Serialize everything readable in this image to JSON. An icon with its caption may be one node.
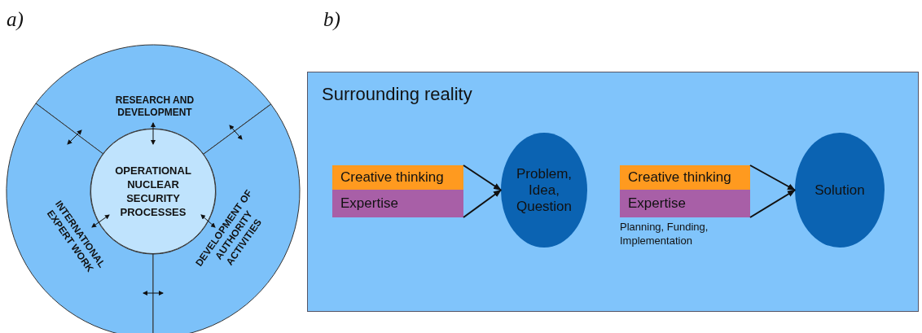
{
  "diagram": {
    "nodes": [
      {
        "text": [
          "RESEARCH AND DEVELOPMENT"
        ]
      },
      {
        "text": [
          "INTERNATIONAL EXPERT WORK"
        ]
      },
      {
        "text": [
          "DEVELOPMENT OF AUTHORITY ACTIVITIES"
        ]
      },
      {
        "text": [
          "OPERATIONAL NUCLEAR SECURITY PROCESSES"
        ]
      },
      {
        "text": [
          "Surrounding reality"
        ]
      },
      {
        "text": [
          "Creative thinking"
        ],
        "in": 4
      },
      {
        "text": [
          "Expertise"
        ],
        "in": 4
      },
      {
        "text": [
          "Problem, Idea, Question"
        ],
        "in": 4
      },
      {
        "text": [
          "Creative thinking"
        ],
        "in": 4
      },
      {
        "text": [
          "Expertise"
        ],
        "in": 4,
        "beside": [
          "Planning, Funding, Implementation"
        ]
      },
      {
        "text": [
          "Solution"
        ],
        "in": 4
      }
    ],
    "edges": [
      {
        "from": 3,
        "to": 0,
        "arrow": "both"
      },
      {
        "from": 3,
        "to": 1,
        "arrow": "both"
      },
      {
        "from": 3,
        "to": 2,
        "arrow": "both"
      },
      {
        "from": 0,
        "to": 1,
        "arrow": "both"
      },
      {
        "from": 0,
        "to": 2,
        "arrow": "both"
      },
      {
        "from": 1,
        "to": 2,
        "arrow": "both"
      },
      {
        "from": 5,
        "to": 7,
        "arrow": "to"
      },
      {
        "from": 6,
        "to": 7,
        "arrow": "to"
      },
      {
        "from": 8,
        "to": 10,
        "arrow": "to"
      },
      {
        "from": 9,
        "to": 10,
        "arrow": "to"
      }
    ],
    "labels": [
      "a)",
      "b)"
    ]
  }
}
